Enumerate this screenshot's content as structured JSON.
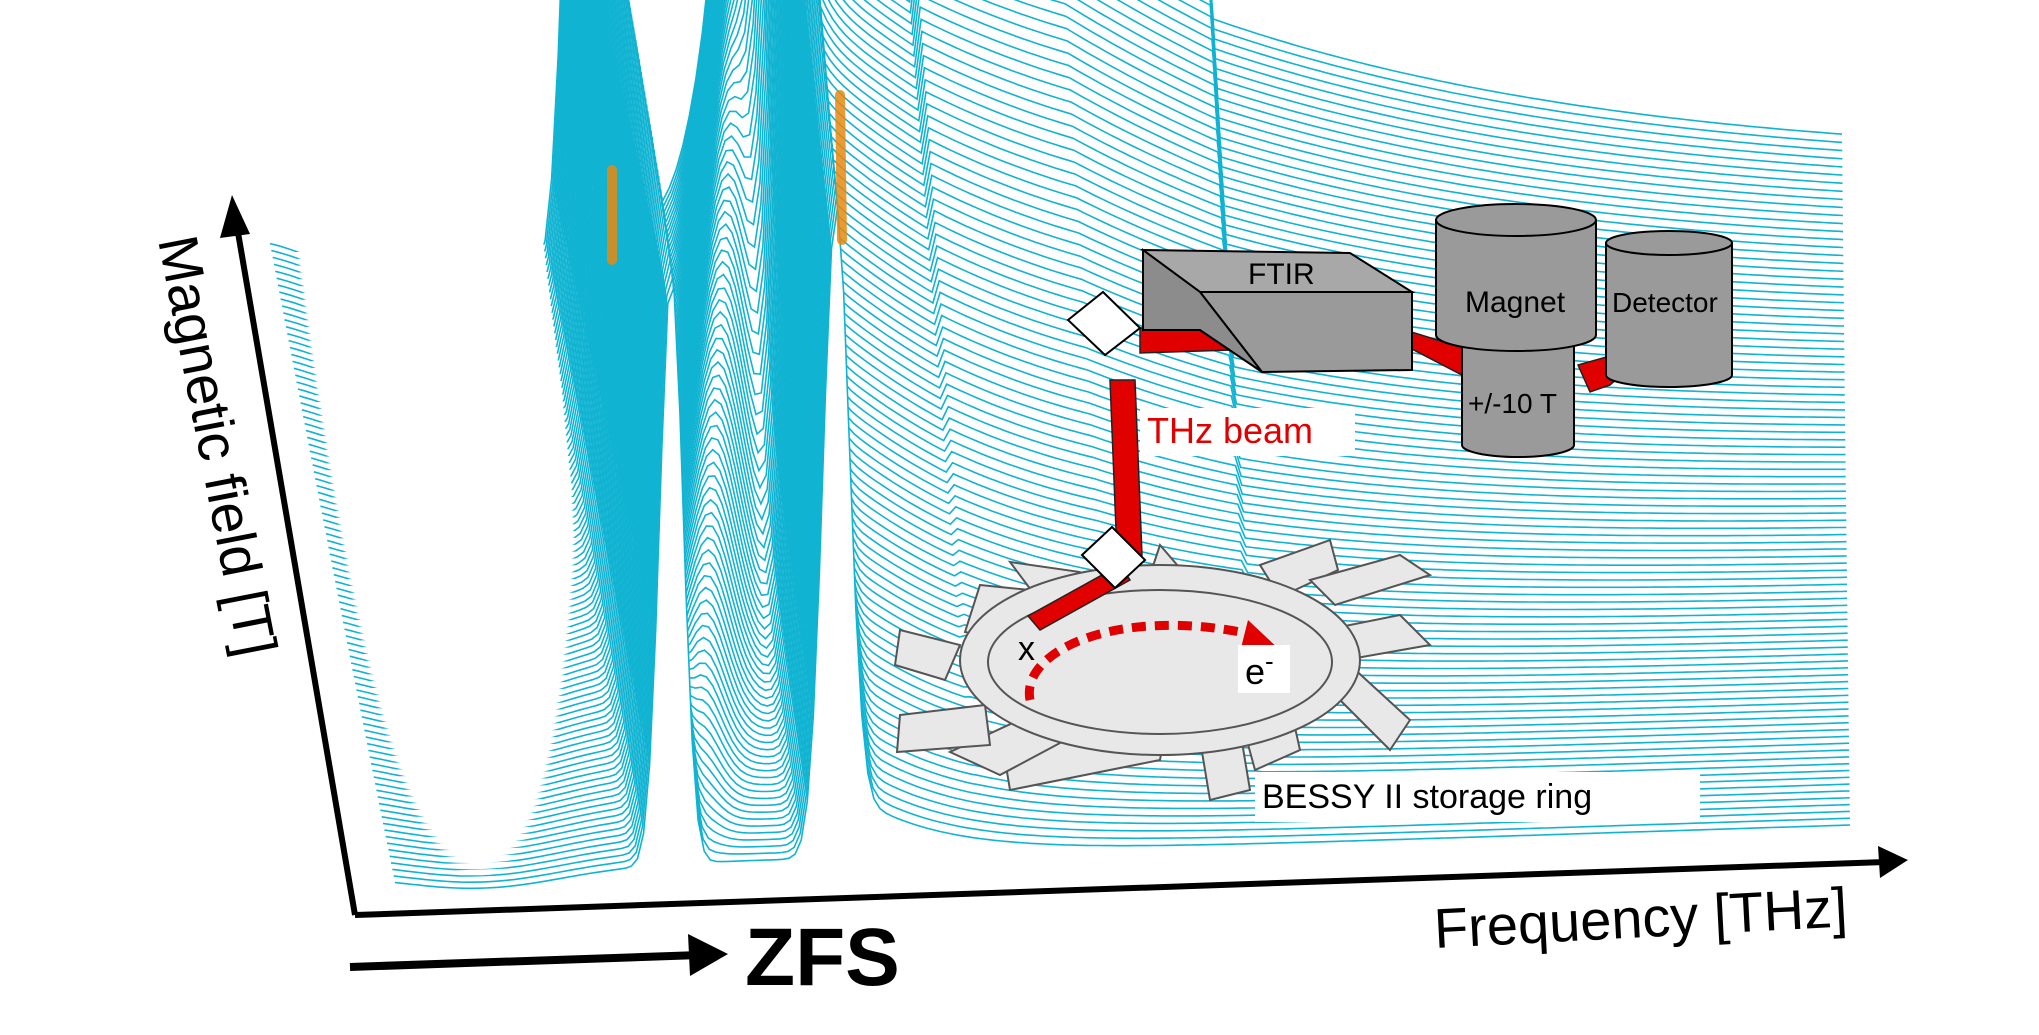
{
  "axes": {
    "y_label": "Magnetic field [T]",
    "x_label": "Frequency [THz]",
    "zfs_label": "ZFS"
  },
  "setup": {
    "ftir": "FTIR",
    "magnet": "Magnet",
    "field": "+/-10 T",
    "detector": "Detector",
    "beam": "THz beam",
    "electron": "e",
    "electron_sup": "-",
    "source_mark": "x",
    "ring": "BESSY II storage ring"
  },
  "colors": {
    "beam": "#e00000",
    "device_fill": "#9a9a9a",
    "device_top": "#a8a8a8",
    "ring_fill": "#e8e8e8",
    "axis": "#000000"
  }
}
